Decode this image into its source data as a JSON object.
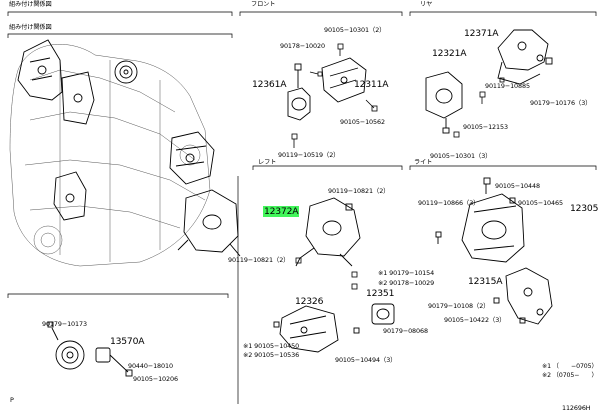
{
  "sections": {
    "engine": "組み付け関係図",
    "assembly": "組み付け関係図",
    "front": "フロント",
    "rear": "リヤ",
    "left": "レフト",
    "right": "ライト"
  },
  "labels": {
    "l01": "90105−10301（2）",
    "l02": "90178−10020",
    "l03": "12361A",
    "l04": "12311A",
    "l05": "90105−10562",
    "l06": "90119−10519（2）",
    "l07": "12371A",
    "l08": "12321A",
    "l09": "90119−10885",
    "l10": "90179−10176（3）",
    "l11": "90105−12153",
    "l12": "90105−10301（3）",
    "l13": "90119−10821（2）",
    "l14": "12372A",
    "l15": "90119−10821（2）",
    "l16": "90105−10448",
    "l17": "90119−10866（3）",
    "l18": "90105−10465",
    "l19": "12305",
    "l20": "※1 90179−10154",
    "l21": "※2 90178−10029",
    "l22": "12351",
    "l23": "12326",
    "l24": "12315A",
    "l25": "90179−10108（2）",
    "l26": "90179−08068",
    "l27": "90105−10422（3）",
    "l28": "90179−10173",
    "l29": "13570A",
    "l30": "90440−18010",
    "l31": "90105−10206",
    "l32": "※1 90105−10450",
    "l33": "※2 90105−10536",
    "l34": "90105−10494（3）",
    "l35": "※1 （　　−0705）",
    "l36": "※2 （0705−　　）",
    "l37": "P",
    "l38": "112696H"
  },
  "colors": {
    "highlight": "#42f55a",
    "ink": "#000000"
  }
}
